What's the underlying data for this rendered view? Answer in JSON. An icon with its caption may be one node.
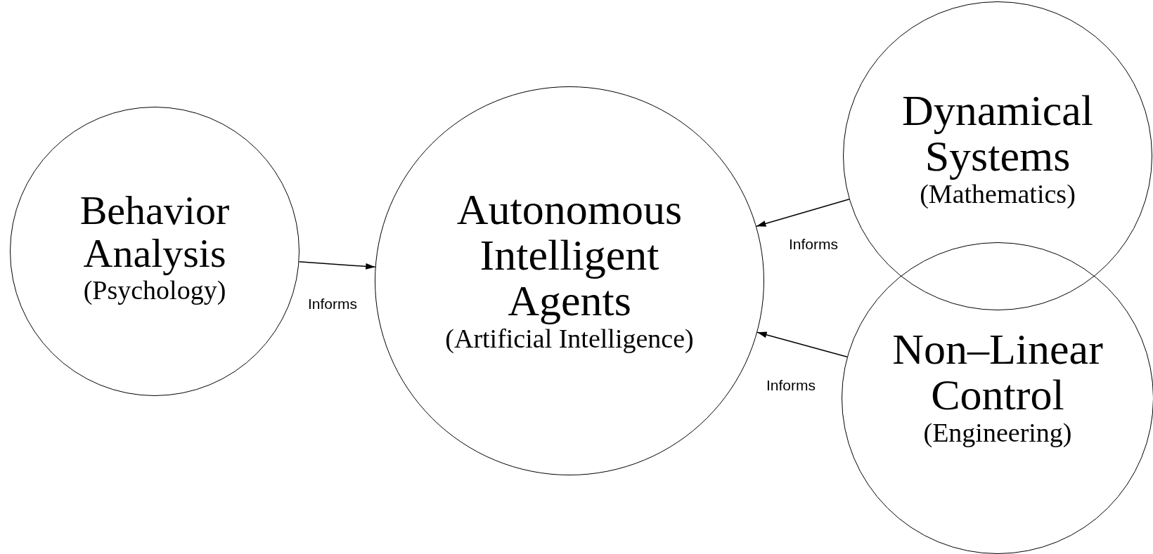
{
  "diagram": {
    "nodes": [
      {
        "text": [
          "Behavior Analysis",
          "(Psychology)"
        ]
      },
      {
        "text": [
          "Autonomous Intelligent Agents",
          "(Artificial Intelligence)"
        ]
      },
      {
        "text": [
          "Dynamical Systems",
          "(Mathematics)"
        ]
      },
      {
        "text": [
          "Non–Linear Control",
          "(Engineering)"
        ]
      }
    ],
    "edges": [
      {
        "from": 0,
        "to": 1,
        "arrow": "to",
        "label": "Informs"
      },
      {
        "from": 2,
        "to": 1,
        "arrow": "to",
        "label": "Informs"
      },
      {
        "from": 3,
        "to": 1,
        "arrow": "to",
        "label": "Informs"
      }
    ]
  }
}
